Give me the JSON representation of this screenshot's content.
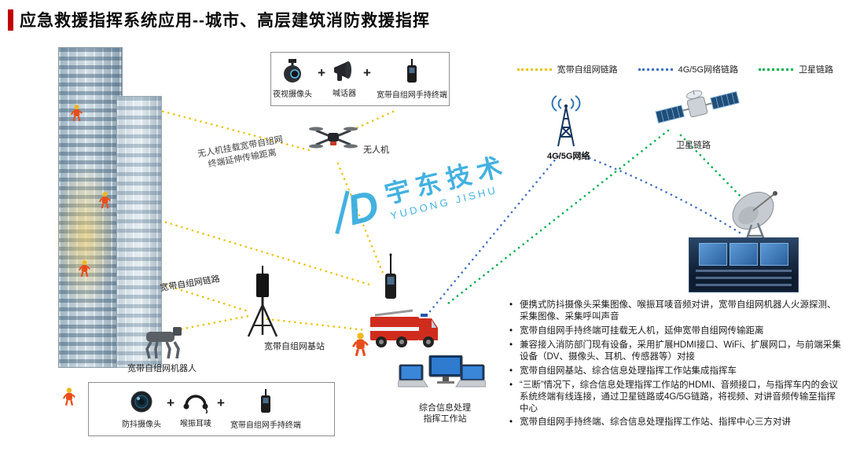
{
  "colors": {
    "accent-red": "#c00000",
    "link-broadband": "#ecc411",
    "link-cellular": "#4472c4",
    "link-satellite": "#00b050",
    "watermark-blue": "#2aa7dc"
  },
  "header": {
    "title": "应急救援指挥系统应用--城市、高层建筑消防救援指挥"
  },
  "legend": {
    "items": [
      {
        "label": "宽带自组网链路"
      },
      {
        "label": "4G/5G网络链路"
      },
      {
        "label": "卫星链路"
      }
    ]
  },
  "equipment_top": {
    "plus": "+",
    "items": [
      "夜视摄像头",
      "喊话器",
      "宽带自组网手持终端"
    ]
  },
  "equipment_bottom": {
    "plus": "+",
    "items": [
      "防抖摄像头",
      "喉振耳唛",
      "宽带自组网手持终端"
    ]
  },
  "labels": {
    "drone": "无人机",
    "drone_note": "无人机挂载宽带自组网\n终端延伸传输距离",
    "cellular": "4G/5G网络",
    "satellite": "卫星链路",
    "broadband_link": "宽带自组网链路",
    "base_station": "宽带自组网基站",
    "robot": "宽带自组网机器人",
    "workstation": "综合信息处理\n指挥工作站"
  },
  "watermark": {
    "logo": "D",
    "cn": "宇东技术",
    "en": "YUDONG JISHU"
  },
  "bullets": [
    "便携式防抖摄像头采集图像、喉振耳唛音频对讲，宽带自组网机器人火源探测、采集图像、采集呼叫声音",
    "宽带自组网手持终端可挂载无人机，延伸宽带自组网传输距离",
    "兼容接入消防部门现有设备，采用扩展HDMI接口、WiFi、扩展网口，与前端采集设备（DV、摄像头、耳机、传感器等）对接",
    "宽带自组网基站、综合信息处理指挥工作站集成指挥车",
    "“三断”情况下，综合信息处理指挥工作站的HDMI、音频接口，与指挥车内的会议系统终端有线连接，通过卫星链路或4G/5G链路，将视频、对讲音频传输至指挥中心",
    "宽带自组网手持终端、综合信息处理指挥工作站、指挥中心三方对讲"
  ]
}
